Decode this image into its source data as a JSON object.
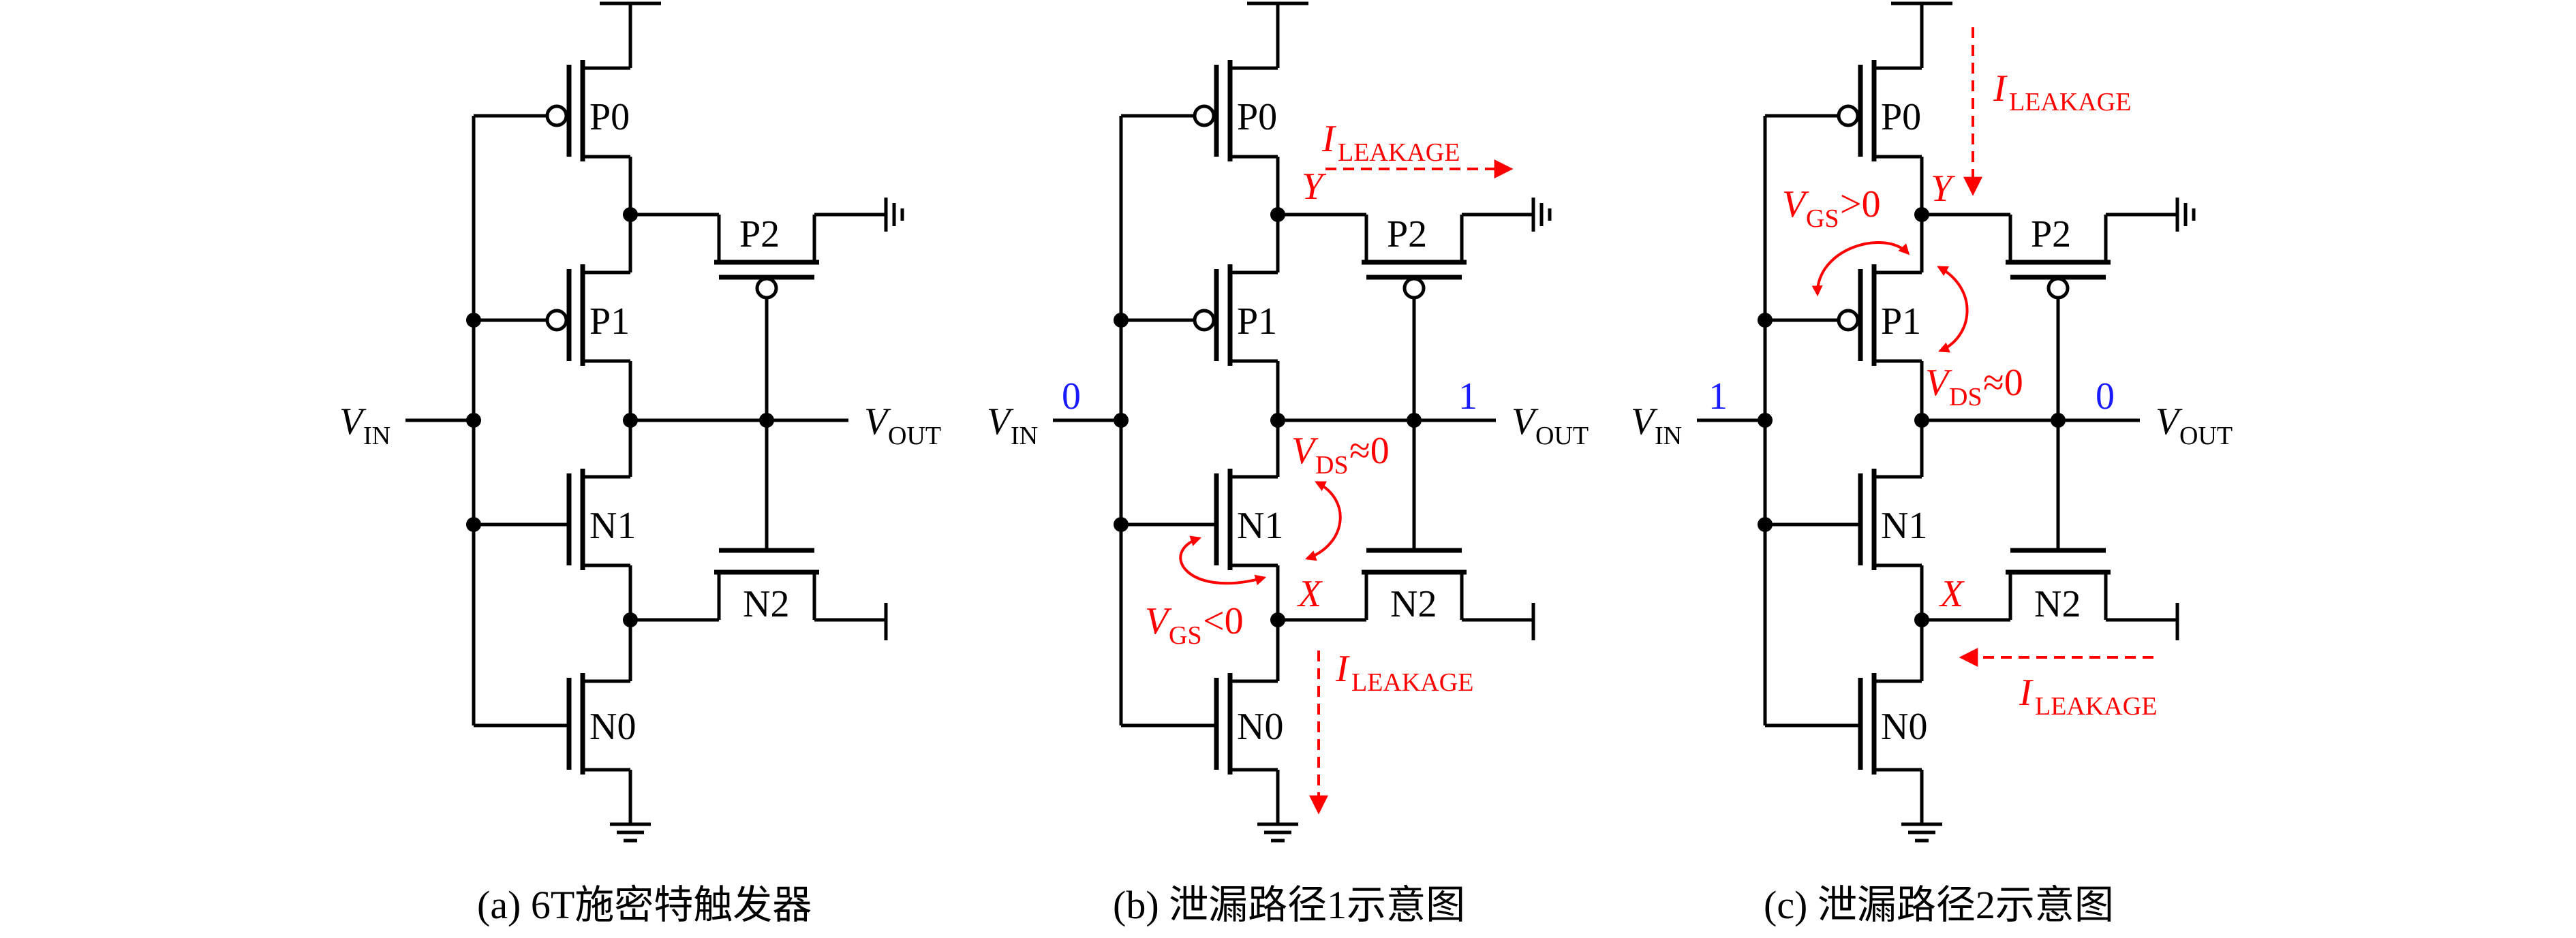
{
  "labels": {
    "P0": "P0",
    "P1": "P1",
    "P2": "P2",
    "N0": "N0",
    "N1": "N1",
    "N2": "N2",
    "V": "V",
    "IN": "IN",
    "OUT": "OUT",
    "X": "X",
    "Y": "Y",
    "I": "I",
    "LEAKAGE": "LEAKAGE",
    "GS": "GS",
    "DS": "DS",
    "lt0": "<0",
    "gt0": ">0",
    "approx0": "≈0"
  },
  "panel_b": {
    "vin_value": "0",
    "vout_value": "1"
  },
  "panel_c": {
    "vin_value": "1",
    "vout_value": "0"
  },
  "captions": {
    "a": "(a) 6T施密特触发器",
    "b": "(b) 泄漏路径1示意图",
    "c": "(c) 泄漏路径2示意图"
  },
  "colors": {
    "leakage": "#ff0000",
    "logic_value": "#1a1aff",
    "wire": "#000000"
  }
}
